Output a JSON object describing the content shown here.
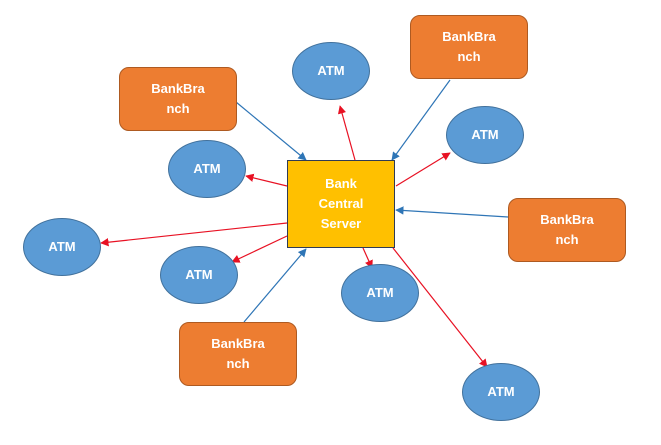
{
  "server": {
    "line1": "Bank",
    "line2": "Central",
    "line3": "Server"
  },
  "branch": {
    "line1": "BankBra",
    "line2": "nch"
  },
  "atm": {
    "label": "ATM"
  },
  "colors": {
    "server_fill": "#ffc000",
    "branch_fill": "#ed7d31",
    "atm_fill": "#5b9bd5",
    "branch_arrow": "#2e75b6",
    "atm_arrow": "#e81123"
  }
}
